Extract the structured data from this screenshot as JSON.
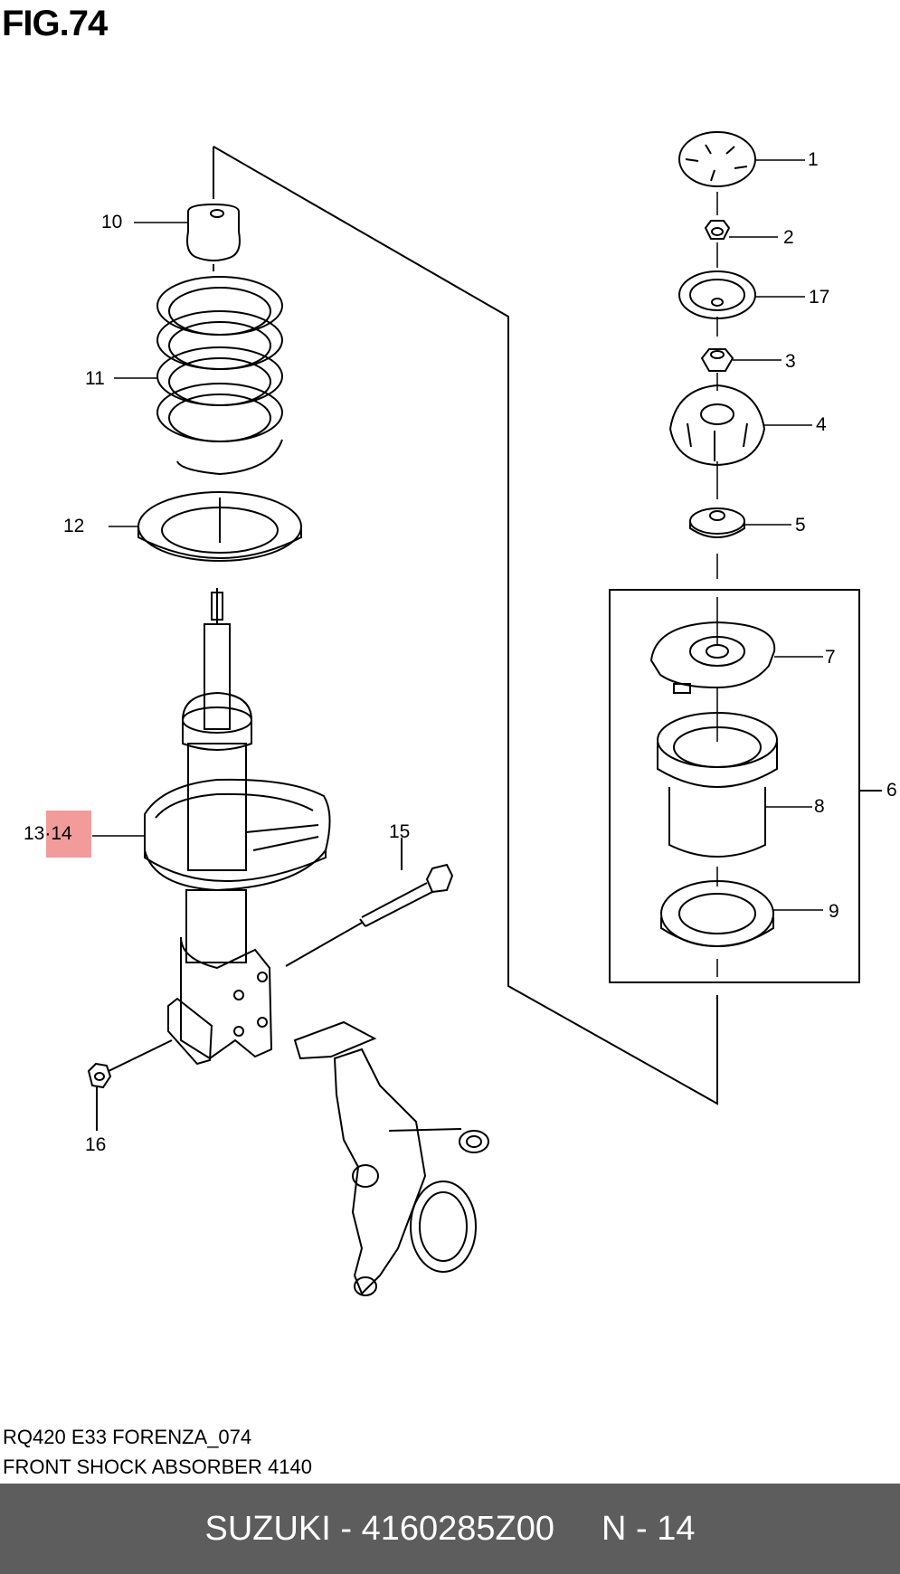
{
  "figure": {
    "title": "FIG.74"
  },
  "callouts": {
    "c1": "1",
    "c2": "2",
    "c3": "3",
    "c4": "4",
    "c5": "5",
    "c6": "6",
    "c7": "7",
    "c8": "8",
    "c9": "9",
    "c10": "10",
    "c11": "11",
    "c12": "12",
    "c13_14_prefix": "13",
    "c13_14_sep": "·",
    "c13_14_highlighted": "14",
    "c15": "15",
    "c16": "16",
    "c17": "17"
  },
  "highlight_color": "#f08a8a",
  "caption": {
    "line1": "RQ420 E33 FORENZA_074",
    "line2": "FRONT SHOCK ABSORBER 4140"
  },
  "footer": {
    "brand_part": "SUZUKI - 4160285Z00",
    "ref": "N - 14",
    "background": "#5d5d5d"
  }
}
